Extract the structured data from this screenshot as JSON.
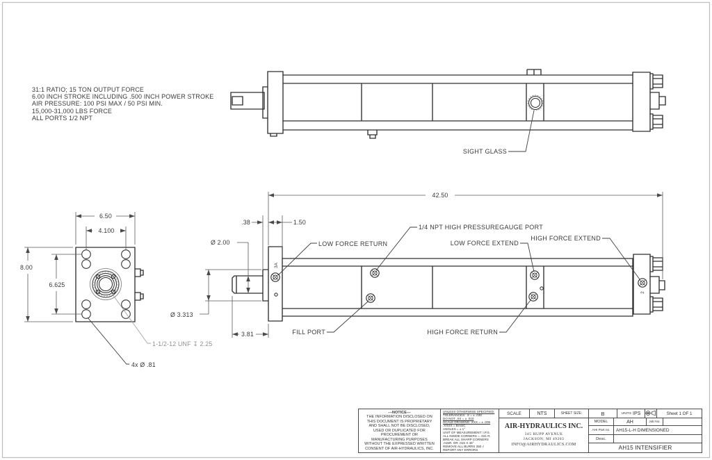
{
  "drawing": {
    "specs": [
      "31:1 RATIO; 15 TON OUTPUT FORCE",
      "6.00 INCH STROKE INCLUDING .500 INCH POWER STROKE",
      "AIR PRESSURE: 100 PSI MAX / 50 PSI MIN.",
      "15,000-31,000 LBS FORCE",
      "ALL PORTS 1/2 NPT"
    ],
    "top_view": {
      "sight_glass_label": "SIGHT GLASS"
    },
    "front_view": {
      "dim_width": "6.50",
      "dim_hole_spacing_x": "4.100",
      "dim_height": "8.00",
      "dim_hole_spacing_y": "6.625",
      "thread_callout": "1-1/2-12 UNF ↧ 2.25",
      "holes_callout": "4x Ø .81"
    },
    "side_view": {
      "dim_overall_length": "42.50",
      "dim_plate_thickness": ".38",
      "dim_flange_width": "1.50",
      "dim_rod_diameter": "Ø 2.00",
      "dim_pilot_diameter": "Ø 3.313",
      "dim_rod_extension": "3.81",
      "label_low_force_return": "LOW FORCE RETURN",
      "label_gauge_port": "1/4 NPT HIGH PRESSUREGAUGE PORT",
      "label_low_force_extend": "LOW FORCE EXTEND",
      "label_high_force_extend": "HIGH FORCE EXTEND",
      "label_fill_port": "FILL PORT",
      "label_high_force_return": "HIGH FORCE RETURN",
      "port_marker_flange": "3A",
      "port_marker_end": "2"
    }
  },
  "title_block": {
    "notice": [
      "---NOTICE---",
      "THE INFORMATION DISCLOSED ON",
      "THIS DOCUMENT IS PROPRIETARY",
      "AND SHALL NOT BE DISCLOSED,",
      "USED OR DUPLICATED FOR",
      "PROCUREMENT OR",
      "MANUFACTURING PURPOSES",
      "WITHOUT THE EXPRESSED WRITTEN",
      "CONSENT OF AIR-HYDRAULICS, INC."
    ],
    "tolerances": [
      "UNLESS OTHERWISE SPECIFIED:",
      "TOLERANCES:   .X = ± .030",
      "DO NOT   .XX = ± .010",
      "SCALE DRAWING   .XXX = ± .005",
      ".XXXX = BASIC",
      "ANGLES = ± 1°",
      "UNIT OF MEASUREMENT: I.P.S.",
      "ALL INSIDE CORNERS = .031 R.",
      "BREAK ALL SHARP CORNERS",
      ".015R. OR .015 X 45°",
      "REMOVE ALL BURRS    250 √",
      "REPORT ANY ERRORS"
    ],
    "company": {
      "name": "AIR-HYDRAULICS INC.",
      "address": "345 HUPP AVENUE",
      "city": "JACKSON, MI 49203",
      "email": "INFO@AIRHYDRAULICS.COM"
    },
    "fields": {
      "scale_label": "SCALE",
      "scale_value": "NTS",
      "sheet_size_label": "SHEET SIZE:",
      "sheet_size_value": "B",
      "units_label": "UNITS",
      "units_value": "IPS",
      "sheet_number": "Sheet 1 OF 1",
      "model_label": "MODEL",
      "model_value": "AH",
      "job_label": "Job No.",
      "part_label": "AHI Part no.",
      "part_value": "AH15-L-H DIMENSIONED",
      "desc_label": "Desc.",
      "desc_value": "AH15 INTENSIFIER"
    }
  }
}
